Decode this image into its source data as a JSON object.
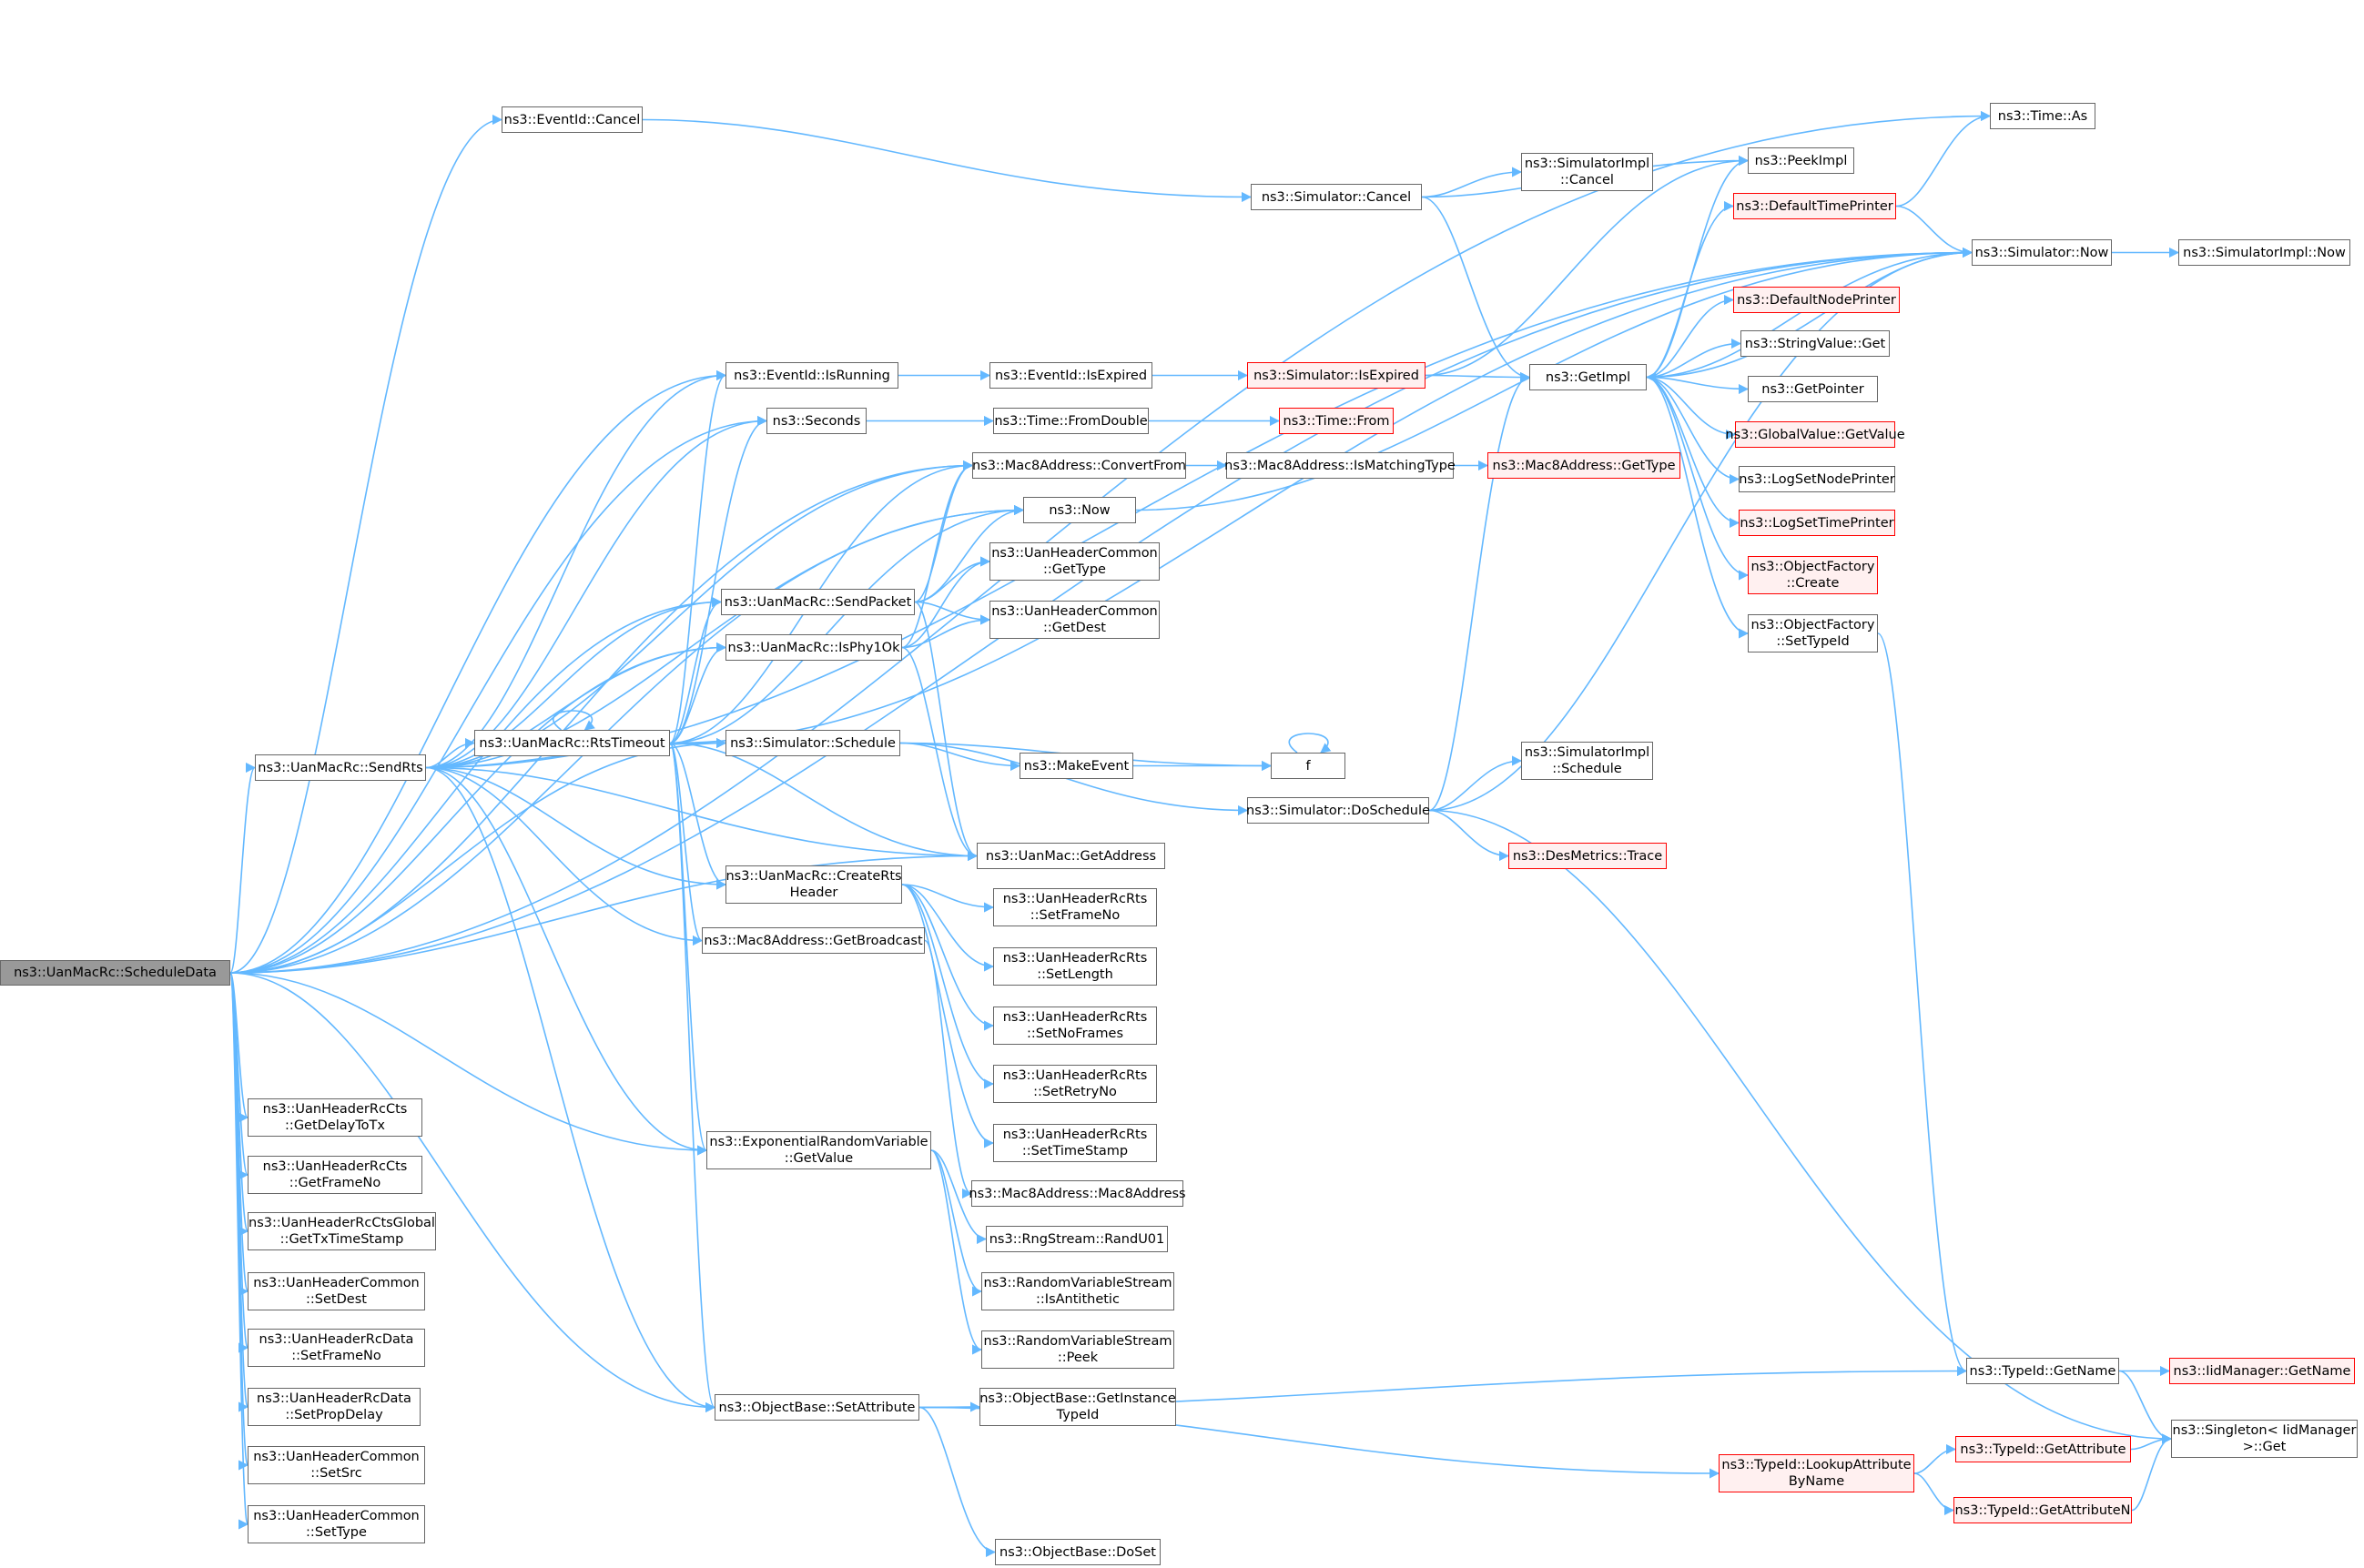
{
  "diagram": {
    "nodes": [
      {
        "id": "root",
        "lines": [
          "ns3::UanMacRc::ScheduleData"
        ],
        "style": "root"
      },
      {
        "id": "cancel",
        "lines": [
          "ns3::EventId::Cancel"
        ]
      },
      {
        "id": "isrunning",
        "lines": [
          "ns3::EventId::IsRunning"
        ]
      },
      {
        "id": "seconds",
        "lines": [
          "ns3::Seconds"
        ]
      },
      {
        "id": "convertfrom",
        "lines": [
          "ns3::Mac8Address::ConvertFrom"
        ]
      },
      {
        "id": "now3",
        "lines": [
          "ns3::Now"
        ]
      },
      {
        "id": "sendpacket",
        "lines": [
          "ns3::UanMacRc::SendPacket"
        ]
      },
      {
        "id": "isphy1ok",
        "lines": [
          "ns3::UanMacRc::IsPhy1Ok"
        ]
      },
      {
        "id": "sendrts",
        "lines": [
          "ns3::UanMacRc::SendRts"
        ]
      },
      {
        "id": "rtstimeout",
        "lines": [
          "ns3::UanMacRc::RtsTimeout"
        ]
      },
      {
        "id": "schedule",
        "lines": [
          "ns3::Simulator::Schedule"
        ]
      },
      {
        "id": "createrts",
        "lines": [
          "ns3::UanMacRc::CreateRts",
          "Header"
        ]
      },
      {
        "id": "getbroadcast",
        "lines": [
          "ns3::Mac8Address::GetBroadcast"
        ]
      },
      {
        "id": "expgetvalue",
        "lines": [
          "ns3::ExponentialRandomVariable",
          "::GetValue"
        ]
      },
      {
        "id": "setattribute",
        "lines": [
          "ns3::ObjectBase::SetAttribute"
        ]
      },
      {
        "id": "getdelaytotx",
        "lines": [
          "ns3::UanHeaderRcCts",
          "::GetDelayToTx"
        ]
      },
      {
        "id": "ctsgetframeno",
        "lines": [
          "ns3::UanHeaderRcCts",
          "::GetFrameNo"
        ]
      },
      {
        "id": "gettxtimestamp",
        "lines": [
          "ns3::UanHeaderRcCtsGlobal",
          "::GetTxTimeStamp"
        ]
      },
      {
        "id": "commonsetdest",
        "lines": [
          "ns3::UanHeaderCommon",
          "::SetDest"
        ]
      },
      {
        "id": "datasetframeno",
        "lines": [
          "ns3::UanHeaderRcData",
          "::SetFrameNo"
        ]
      },
      {
        "id": "setpropdelay",
        "lines": [
          "ns3::UanHeaderRcData",
          "::SetPropDelay"
        ]
      },
      {
        "id": "commonsetsrc",
        "lines": [
          "ns3::UanHeaderCommon",
          "::SetSrc"
        ]
      },
      {
        "id": "commonsettype",
        "lines": [
          "ns3::UanHeaderCommon",
          "::SetType"
        ]
      },
      {
        "id": "isexpired",
        "lines": [
          "ns3::EventId::IsExpired"
        ]
      },
      {
        "id": "fromdouble",
        "lines": [
          "ns3::Time::FromDouble"
        ]
      },
      {
        "id": "ismatchingtype",
        "lines": [
          "ns3::Mac8Address::IsMatchingType"
        ]
      },
      {
        "id": "commongettype",
        "lines": [
          "ns3::UanHeaderCommon",
          "::GetType"
        ]
      },
      {
        "id": "commongetdest",
        "lines": [
          "ns3::UanHeaderCommon",
          "::GetDest"
        ]
      },
      {
        "id": "makeevent",
        "lines": [
          "ns3::MakeEvent"
        ]
      },
      {
        "id": "f",
        "lines": [
          "f"
        ]
      },
      {
        "id": "getaddress",
        "lines": [
          "ns3::UanMac::GetAddress"
        ]
      },
      {
        "id": "rtssetframeno",
        "lines": [
          "ns3::UanHeaderRcRts",
          "::SetFrameNo"
        ]
      },
      {
        "id": "rtssetlength",
        "lines": [
          "ns3::UanHeaderRcRts",
          "::SetLength"
        ]
      },
      {
        "id": "rtssetnoframes",
        "lines": [
          "ns3::UanHeaderRcRts",
          "::SetNoFrames"
        ]
      },
      {
        "id": "rtssetretryno",
        "lines": [
          "ns3::UanHeaderRcRts",
          "::SetRetryNo"
        ]
      },
      {
        "id": "rtssettimestamp",
        "lines": [
          "ns3::UanHeaderRcRts",
          "::SetTimeStamp"
        ]
      },
      {
        "id": "mac8address",
        "lines": [
          "ns3::Mac8Address::Mac8Address"
        ]
      },
      {
        "id": "randu01",
        "lines": [
          "ns3::RngStream::RandU01"
        ]
      },
      {
        "id": "isantithetic",
        "lines": [
          "ns3::RandomVariableStream",
          "::IsAntithetic"
        ]
      },
      {
        "id": "peek",
        "lines": [
          "ns3::RandomVariableStream",
          "::Peek"
        ]
      },
      {
        "id": "getinstancetypeid",
        "lines": [
          "ns3::ObjectBase::GetInstance",
          "TypeId"
        ]
      },
      {
        "id": "doset",
        "lines": [
          "ns3::ObjectBase::DoSet"
        ]
      },
      {
        "id": "simcancel",
        "lines": [
          "ns3::Simulator::Cancel"
        ]
      },
      {
        "id": "simisexpired",
        "lines": [
          "ns3::Simulator::IsExpired"
        ],
        "style": "red"
      },
      {
        "id": "timefrom",
        "lines": [
          "ns3::Time::From"
        ],
        "style": "red"
      },
      {
        "id": "macgettype",
        "lines": [
          "ns3::Mac8Address::GetType"
        ],
        "style": "red"
      },
      {
        "id": "doschedule",
        "lines": [
          "ns3::Simulator::DoSchedule"
        ]
      },
      {
        "id": "simimplcancel",
        "lines": [
          "ns3::SimulatorImpl",
          "::Cancel"
        ]
      },
      {
        "id": "getimpl",
        "lines": [
          "ns3::GetImpl"
        ]
      },
      {
        "id": "simimplschedule",
        "lines": [
          "ns3::SimulatorImpl",
          "::Schedule"
        ]
      },
      {
        "id": "destrace",
        "lines": [
          "ns3::DesMetrics::Trace"
        ],
        "style": "red"
      },
      {
        "id": "lookupattr",
        "lines": [
          "ns3::TypeId::LookupAttribute",
          "ByName"
        ],
        "style": "red"
      },
      {
        "id": "peekimpl",
        "lines": [
          "ns3::PeekImpl"
        ]
      },
      {
        "id": "defaulttimeprinter",
        "lines": [
          "ns3::DefaultTimePrinter"
        ],
        "style": "red"
      },
      {
        "id": "defaultnodeprinter",
        "lines": [
          "ns3::DefaultNodePrinter"
        ],
        "style": "red"
      },
      {
        "id": "stringvalueget",
        "lines": [
          "ns3::StringValue::Get"
        ]
      },
      {
        "id": "getpointer",
        "lines": [
          "ns3::GetPointer"
        ]
      },
      {
        "id": "globalgetvalue",
        "lines": [
          "ns3::GlobalValue::GetValue"
        ],
        "style": "red"
      },
      {
        "id": "logsetnodeprinter",
        "lines": [
          "ns3::LogSetNodePrinter"
        ]
      },
      {
        "id": "logsettimeprinter",
        "lines": [
          "ns3::LogSetTimePrinter"
        ],
        "style": "red"
      },
      {
        "id": "ofcreate",
        "lines": [
          "ns3::ObjectFactory",
          "::Create"
        ],
        "style": "red"
      },
      {
        "id": "ofsettypeid",
        "lines": [
          "ns3::ObjectFactory",
          "::SetTypeId"
        ]
      },
      {
        "id": "typeidgetname",
        "lines": [
          "ns3::TypeId::GetName"
        ]
      },
      {
        "id": "getattribute",
        "lines": [
          "ns3::TypeId::GetAttribute"
        ],
        "style": "red"
      },
      {
        "id": "getattributen",
        "lines": [
          "ns3::TypeId::GetAttributeN"
        ],
        "style": "red"
      },
      {
        "id": "timeas",
        "lines": [
          "ns3::Time::As"
        ]
      },
      {
        "id": "simnow",
        "lines": [
          "ns3::Simulator::Now"
        ]
      },
      {
        "id": "simimplnow",
        "lines": [
          "ns3::SimulatorImpl::Now"
        ]
      },
      {
        "id": "iidgetname",
        "lines": [
          "ns3::IidManager::GetName"
        ],
        "style": "red"
      },
      {
        "id": "singletonget",
        "lines": [
          "ns3::Singleton< IidManager",
          ">::Get"
        ]
      }
    ],
    "edges": [
      [
        "root",
        "cancel"
      ],
      [
        "root",
        "isrunning"
      ],
      [
        "root",
        "seconds"
      ],
      [
        "root",
        "convertfrom"
      ],
      [
        "root",
        "now3"
      ],
      [
        "root",
        "sendpacket"
      ],
      [
        "root",
        "isphy1ok"
      ],
      [
        "root",
        "sendrts"
      ],
      [
        "root",
        "schedule"
      ],
      [
        "root",
        "getaddress"
      ],
      [
        "root",
        "expgetvalue"
      ],
      [
        "root",
        "setattribute"
      ],
      [
        "root",
        "getdelaytotx"
      ],
      [
        "root",
        "ctsgetframeno"
      ],
      [
        "root",
        "gettxtimestamp"
      ],
      [
        "root",
        "commonsetdest"
      ],
      [
        "root",
        "datasetframeno"
      ],
      [
        "root",
        "setpropdelay"
      ],
      [
        "root",
        "commonsetsrc"
      ],
      [
        "root",
        "commonsettype"
      ],
      [
        "root",
        "simnow"
      ],
      [
        "root",
        "timeas"
      ],
      [
        "sendrts",
        "isrunning"
      ],
      [
        "sendrts",
        "seconds"
      ],
      [
        "sendrts",
        "convertfrom"
      ],
      [
        "sendrts",
        "now3"
      ],
      [
        "sendrts",
        "sendpacket"
      ],
      [
        "sendrts",
        "isphy1ok"
      ],
      [
        "sendrts",
        "rtstimeout"
      ],
      [
        "sendrts",
        "schedule"
      ],
      [
        "sendrts",
        "getaddress"
      ],
      [
        "sendrts",
        "createrts"
      ],
      [
        "sendrts",
        "getbroadcast"
      ],
      [
        "sendrts",
        "expgetvalue"
      ],
      [
        "sendrts",
        "setattribute"
      ],
      [
        "sendrts",
        "simnow"
      ],
      [
        "rtstimeout",
        "rtstimeout"
      ],
      [
        "rtstimeout",
        "isrunning"
      ],
      [
        "rtstimeout",
        "seconds"
      ],
      [
        "rtstimeout",
        "convertfrom"
      ],
      [
        "rtstimeout",
        "now3"
      ],
      [
        "rtstimeout",
        "sendpacket"
      ],
      [
        "rtstimeout",
        "isphy1ok"
      ],
      [
        "rtstimeout",
        "schedule"
      ],
      [
        "rtstimeout",
        "getaddress"
      ],
      [
        "rtstimeout",
        "createrts"
      ],
      [
        "rtstimeout",
        "getbroadcast"
      ],
      [
        "rtstimeout",
        "expgetvalue"
      ],
      [
        "rtstimeout",
        "setattribute"
      ],
      [
        "rtstimeout",
        "simnow"
      ],
      [
        "cancel",
        "simcancel"
      ],
      [
        "isrunning",
        "isexpired"
      ],
      [
        "seconds",
        "fromdouble"
      ],
      [
        "convertfrom",
        "ismatchingtype"
      ],
      [
        "now3",
        "simnow"
      ],
      [
        "sendpacket",
        "convertfrom"
      ],
      [
        "sendpacket",
        "now3"
      ],
      [
        "sendpacket",
        "commongettype"
      ],
      [
        "sendpacket",
        "commongetdest"
      ],
      [
        "sendpacket",
        "getaddress"
      ],
      [
        "isphy1ok",
        "convertfrom"
      ],
      [
        "isphy1ok",
        "commongettype"
      ],
      [
        "isphy1ok",
        "commongetdest"
      ],
      [
        "isphy1ok",
        "getaddress"
      ],
      [
        "schedule",
        "makeevent"
      ],
      [
        "schedule",
        "f"
      ],
      [
        "schedule",
        "doschedule"
      ],
      [
        "createrts",
        "rtssetframeno"
      ],
      [
        "createrts",
        "rtssetlength"
      ],
      [
        "createrts",
        "rtssetnoframes"
      ],
      [
        "createrts",
        "rtssetretryno"
      ],
      [
        "createrts",
        "rtssettimestamp"
      ],
      [
        "getbroadcast",
        "mac8address"
      ],
      [
        "expgetvalue",
        "randu01"
      ],
      [
        "expgetvalue",
        "isantithetic"
      ],
      [
        "expgetvalue",
        "peek"
      ],
      [
        "setattribute",
        "getinstancetypeid"
      ],
      [
        "setattribute",
        "doset"
      ],
      [
        "setattribute",
        "lookupattr"
      ],
      [
        "setattribute",
        "typeidgetname"
      ],
      [
        "isexpired",
        "simisexpired"
      ],
      [
        "fromdouble",
        "timefrom"
      ],
      [
        "ismatchingtype",
        "macgettype"
      ],
      [
        "makeevent",
        "f"
      ],
      [
        "f",
        "f"
      ],
      [
        "simcancel",
        "simimplcancel"
      ],
      [
        "simcancel",
        "peekimpl"
      ],
      [
        "simcancel",
        "getimpl"
      ],
      [
        "simisexpired",
        "getimpl"
      ],
      [
        "simisexpired",
        "peekimpl"
      ],
      [
        "doschedule",
        "simimplschedule"
      ],
      [
        "doschedule",
        "destrace"
      ],
      [
        "doschedule",
        "getimpl"
      ],
      [
        "doschedule",
        "simnow"
      ],
      [
        "doschedule",
        "singletonget"
      ],
      [
        "getimpl",
        "peekimpl"
      ],
      [
        "getimpl",
        "defaulttimeprinter"
      ],
      [
        "getimpl",
        "defaultnodeprinter"
      ],
      [
        "getimpl",
        "stringvalueget"
      ],
      [
        "getimpl",
        "getpointer"
      ],
      [
        "getimpl",
        "globalgetvalue"
      ],
      [
        "getimpl",
        "logsetnodeprinter"
      ],
      [
        "getimpl",
        "logsettimeprinter"
      ],
      [
        "getimpl",
        "ofcreate"
      ],
      [
        "getimpl",
        "ofsettypeid"
      ],
      [
        "getimpl",
        "simnow"
      ],
      [
        "defaulttimeprinter",
        "timeas"
      ],
      [
        "defaulttimeprinter",
        "simnow"
      ],
      [
        "simnow",
        "simimplnow"
      ],
      [
        "simnow",
        "getimpl"
      ],
      [
        "ofsettypeid",
        "typeidgetname"
      ],
      [
        "typeidgetname",
        "iidgetname"
      ],
      [
        "typeidgetname",
        "singletonget"
      ],
      [
        "lookupattr",
        "getattribute"
      ],
      [
        "lookupattr",
        "getattributen"
      ],
      [
        "getattribute",
        "singletonget"
      ],
      [
        "getattributen",
        "singletonget"
      ]
    ],
    "colors": {
      "edge": "#63b8ff",
      "border": "#666666",
      "red_border": "#ff0000",
      "root_fill": "#999999"
    }
  }
}
